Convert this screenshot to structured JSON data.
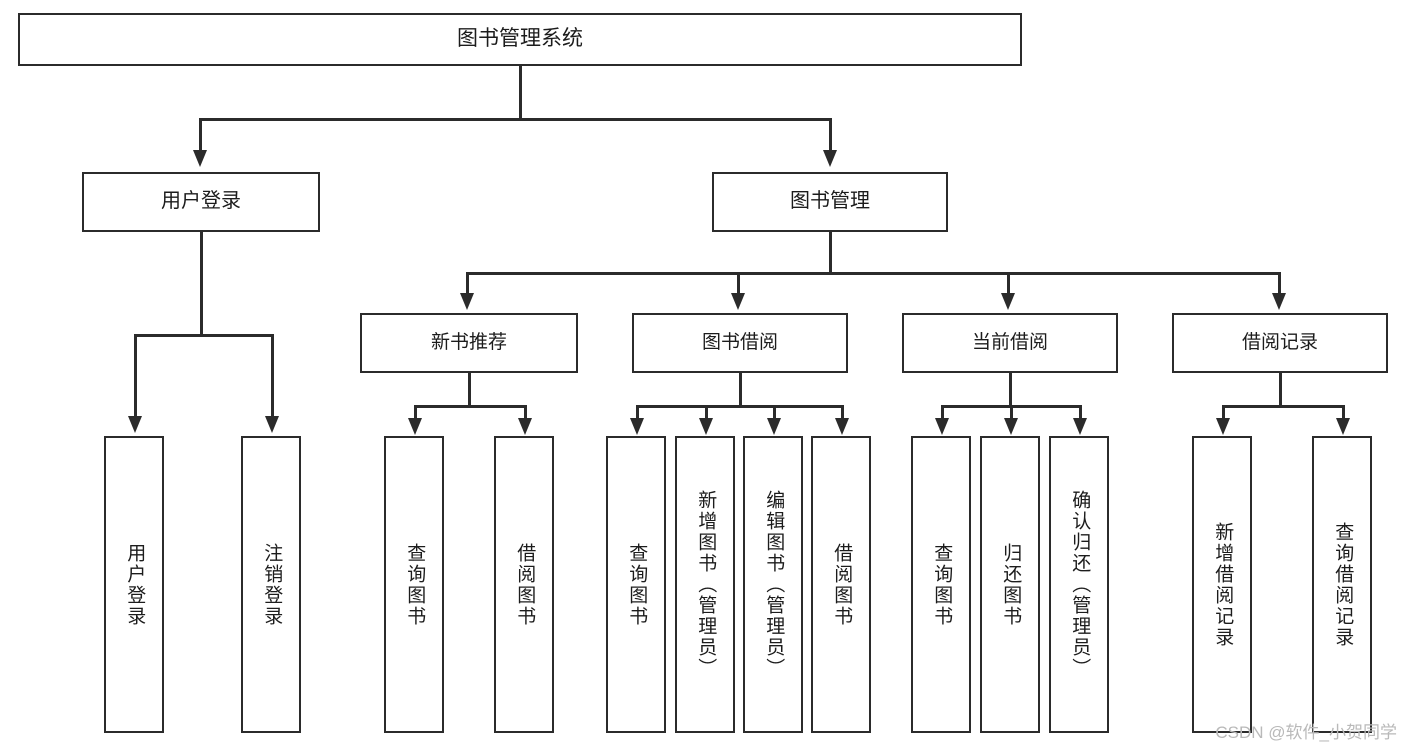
{
  "diagram": {
    "title": "图书管理系统",
    "type": "tree",
    "watermark": "CSDN @软件_小贺同学",
    "colors": {
      "stroke": "#2b2b2b",
      "fill": "#ffffff",
      "text": "#1c1c1c",
      "watermark": "#b9b9b9"
    },
    "root": {
      "label": "图书管理系统"
    },
    "level2": [
      {
        "label": "用户登录"
      },
      {
        "label": "图书管理"
      }
    ],
    "level3": [
      {
        "label": "新书推荐"
      },
      {
        "label": "图书借阅"
      },
      {
        "label": "当前借阅"
      },
      {
        "label": "借阅记录"
      }
    ],
    "leaves": {
      "user_login": [
        {
          "label": "用户登录"
        },
        {
          "label": "注销登录"
        }
      ],
      "new_book_recommend": [
        {
          "label": "查询图书"
        },
        {
          "label": "借阅图书"
        }
      ],
      "book_borrow": [
        {
          "label": "查询图书"
        },
        {
          "label": "新增图书（管理员）"
        },
        {
          "label": "编辑图书（管理员）"
        },
        {
          "label": "借阅图书"
        }
      ],
      "current_borrow": [
        {
          "label": "查询图书"
        },
        {
          "label": "归还图书"
        },
        {
          "label": "确认归还（管理员）"
        }
      ],
      "borrow_record": [
        {
          "label": "新增借阅记录"
        },
        {
          "label": "查询借阅记录"
        }
      ]
    }
  }
}
